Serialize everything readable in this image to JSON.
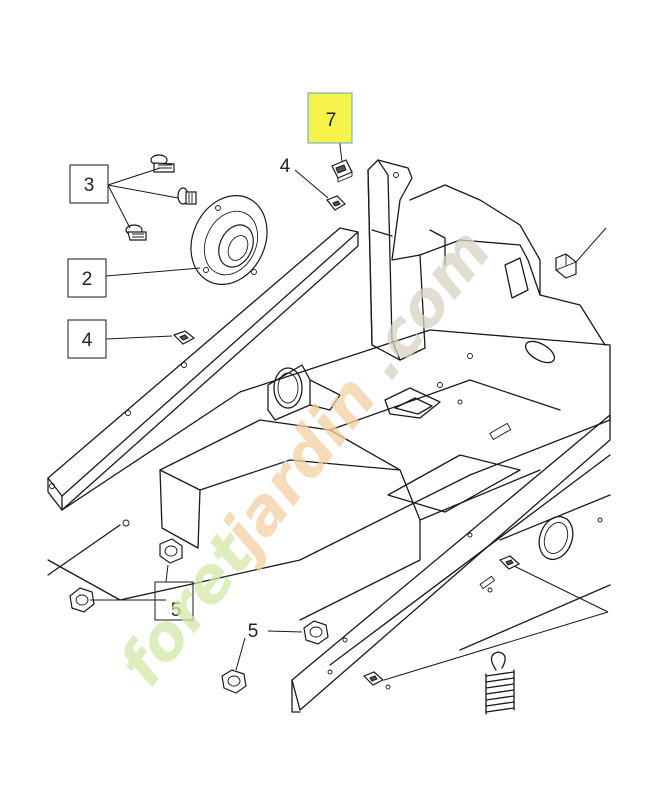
{
  "callouts": [
    {
      "id": "3",
      "label": "3"
    },
    {
      "id": "2",
      "label": "2"
    },
    {
      "id": "4a",
      "label": "4"
    },
    {
      "id": "4b",
      "label": "4"
    },
    {
      "id": "5a",
      "label": "5"
    },
    {
      "id": "5b",
      "label": "5"
    },
    {
      "id": "7",
      "label": "7"
    }
  ],
  "highlight_color": "#f7f34b",
  "watermark": {
    "text": "foretjardin.com",
    "colors": [
      "#d4e7a8",
      "#f2d0a4",
      "#d9d2c2"
    ]
  }
}
